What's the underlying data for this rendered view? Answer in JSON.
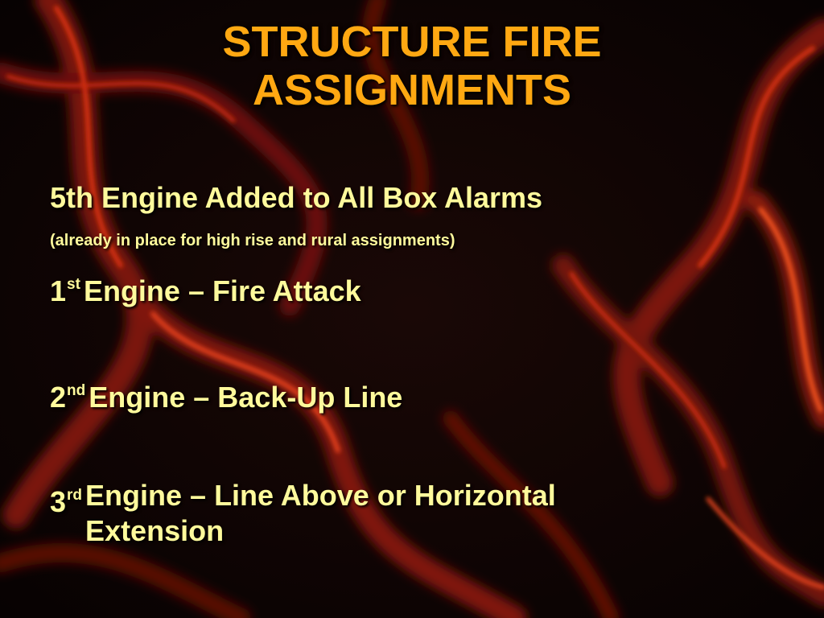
{
  "colors": {
    "background": "#0c0505",
    "title": "#ffa812",
    "body_text": "#fffa9c"
  },
  "slide": {
    "title_line1": "STRUCTURE FIRE",
    "title_line2": "ASSIGNMENTS",
    "headline": "5th Engine Added to All Box Alarms",
    "note": "(already in place for high rise and rural assignments)",
    "items": [
      {
        "num": "1",
        "sup": "st",
        "text": "Engine – Fire Attack"
      },
      {
        "num": "2",
        "sup": "nd",
        "text": "Engine – Back-Up Line"
      },
      {
        "num": "3",
        "sup": "rd",
        "text_line1": "Engine – Line Above or Horizontal",
        "text_line2": "Extension"
      }
    ]
  }
}
